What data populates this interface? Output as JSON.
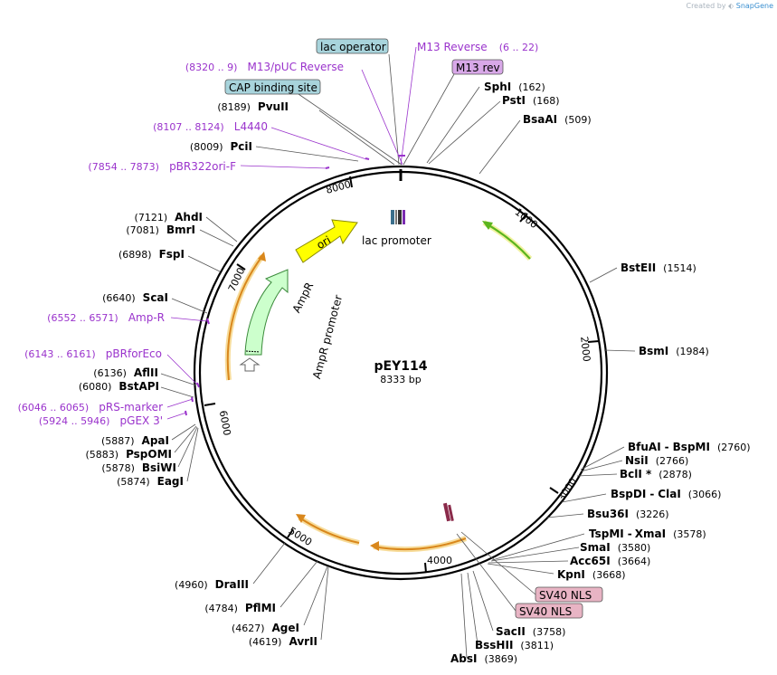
{
  "credit": {
    "prefix": "Created by",
    "brand": "SnapGene"
  },
  "plasmid": {
    "name": "pEY114",
    "length": "8333 bp"
  },
  "ticks": [
    "1000",
    "2000",
    "3000",
    "4000",
    "5000",
    "6000",
    "7000",
    "8000"
  ],
  "right_sites": [
    {
      "name": "SphI",
      "pos": "(162)"
    },
    {
      "name": "PstI",
      "pos": "(168)"
    },
    {
      "name": "BsaAI",
      "pos": "(509)"
    },
    {
      "name": "BstEII",
      "pos": "(1514)"
    },
    {
      "name": "BsmI",
      "pos": "(1984)"
    },
    {
      "name": "BfuAI",
      "name2": "BspMI",
      "pos": "(2760)"
    },
    {
      "name": "NsiI",
      "pos": "(2766)"
    },
    {
      "name": "BclI *",
      "pos": "(2878)"
    },
    {
      "name": "BspDI",
      "name2": "ClaI",
      "pos": "(3066)"
    },
    {
      "name": "Bsu36I",
      "pos": "(3226)"
    },
    {
      "name": "TspMI",
      "name2": "XmaI",
      "pos": "(3578)"
    },
    {
      "name": "SmaI",
      "pos": "(3580)"
    },
    {
      "name": "Acc65I",
      "pos": "(3664)"
    },
    {
      "name": "KpnI",
      "pos": "(3668)"
    },
    {
      "name": "SacII",
      "pos": "(3758)"
    },
    {
      "name": "BssHII",
      "pos": "(3811)"
    },
    {
      "name": "AbsI",
      "pos": "(3869)"
    }
  ],
  "left_sites": [
    {
      "name": "PvuII",
      "pos": "(8189)"
    },
    {
      "name": "PciI",
      "pos": "(8009)"
    },
    {
      "name": "AhdI",
      "pos": "(7121)"
    },
    {
      "name": "BmrI",
      "pos": "(7081)"
    },
    {
      "name": "FspI",
      "pos": "(6898)"
    },
    {
      "name": "ScaI",
      "pos": "(6640)"
    },
    {
      "name": "AflII",
      "pos": "(6136)"
    },
    {
      "name": "BstAPI",
      "pos": "(6080)"
    },
    {
      "name": "ApaI",
      "pos": "(5887)"
    },
    {
      "name": "PspOMI",
      "pos": "(5883)"
    },
    {
      "name": "BsiWI",
      "pos": "(5878)"
    },
    {
      "name": "EagI",
      "pos": "(5874)"
    },
    {
      "name": "DraIII",
      "pos": "(4960)"
    },
    {
      "name": "PflMI",
      "pos": "(4784)"
    },
    {
      "name": "AgeI",
      "pos": "(4627)"
    },
    {
      "name": "AvrII",
      "pos": "(4619)"
    }
  ],
  "primers": [
    {
      "range": "(8320 .. 9)",
      "name": "M13/pUC Reverse"
    },
    {
      "range": "(8107 .. 8124)",
      "name": "L4440"
    },
    {
      "range": "(7854 .. 7873)",
      "name": "pBR322ori-F"
    },
    {
      "range": "(6552 .. 6571)",
      "name": "Amp-R"
    },
    {
      "range": "(6143 .. 6161)",
      "name": "pBRforEco"
    },
    {
      "range": "(6046 .. 6065)",
      "name": "pRS-marker"
    },
    {
      "range": "(5924 .. 5946)",
      "name": "pGEX 3'"
    },
    {
      "range": "(6 .. 22)",
      "name": "M13 Reverse"
    }
  ],
  "boxed": {
    "lac_operator": "lac operator",
    "m13_rev": "M13 rev",
    "cap_site": "CAP binding site",
    "sv40_a": "SV40 NLS",
    "sv40_b": "SV40 NLS"
  },
  "features": {
    "ori": "ori",
    "ampr": "AmpR",
    "ampr_promoter": "AmpR promoter",
    "lac_promoter": "lac promoter"
  },
  "colors": {
    "ori": "#ffff00",
    "ampr": "#ccffcc",
    "orange": "#f29b1e",
    "green": "#5bb51e",
    "primer": "#9a33cc",
    "box_blue": "#a8d4dc",
    "box_purple": "#d8a8e8",
    "box_pink": "#e8b4c4"
  }
}
